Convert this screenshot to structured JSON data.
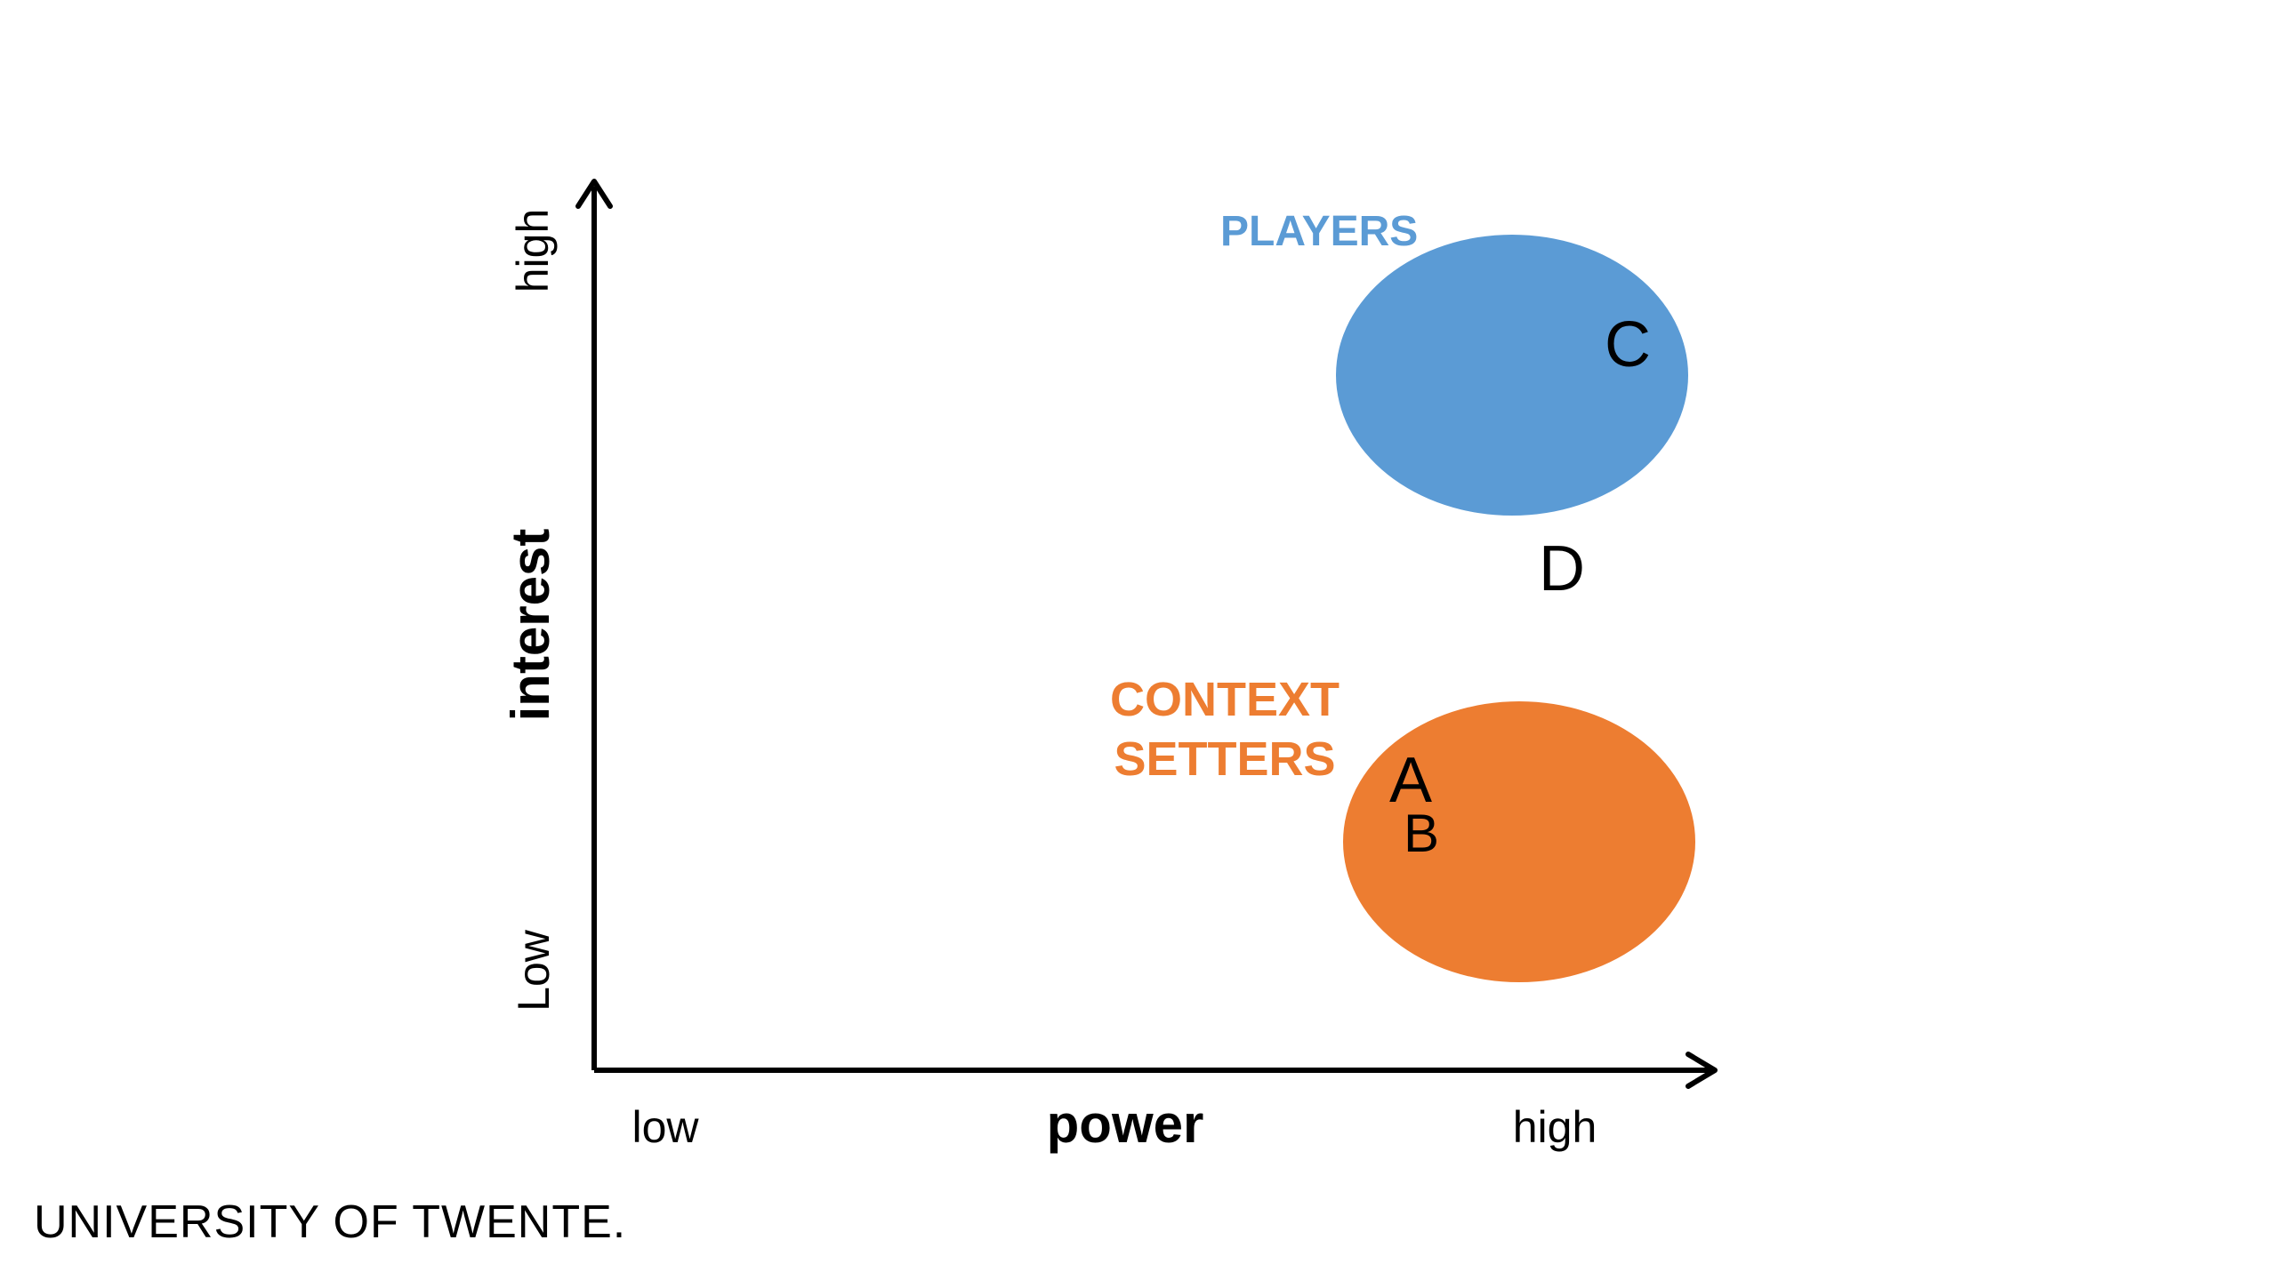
{
  "diagram": {
    "x_axis": {
      "title": "power",
      "low_label": "low",
      "high_label": "high"
    },
    "y_axis": {
      "title": "interest",
      "low_label": "Low",
      "high_label": "high"
    },
    "groups": [
      {
        "id": "players",
        "label_lines": [
          "PLAYERS"
        ],
        "color": "#5B9BD5"
      },
      {
        "id": "context-setters",
        "label_lines": [
          "CONTEXT",
          "SETTERS"
        ],
        "color": "#ED7D31"
      }
    ],
    "points": {
      "a": "A",
      "b": "B",
      "c": "C",
      "d": "D"
    }
  },
  "footer": {
    "logo_text": "UNIVERSITY OF TWENTE."
  }
}
